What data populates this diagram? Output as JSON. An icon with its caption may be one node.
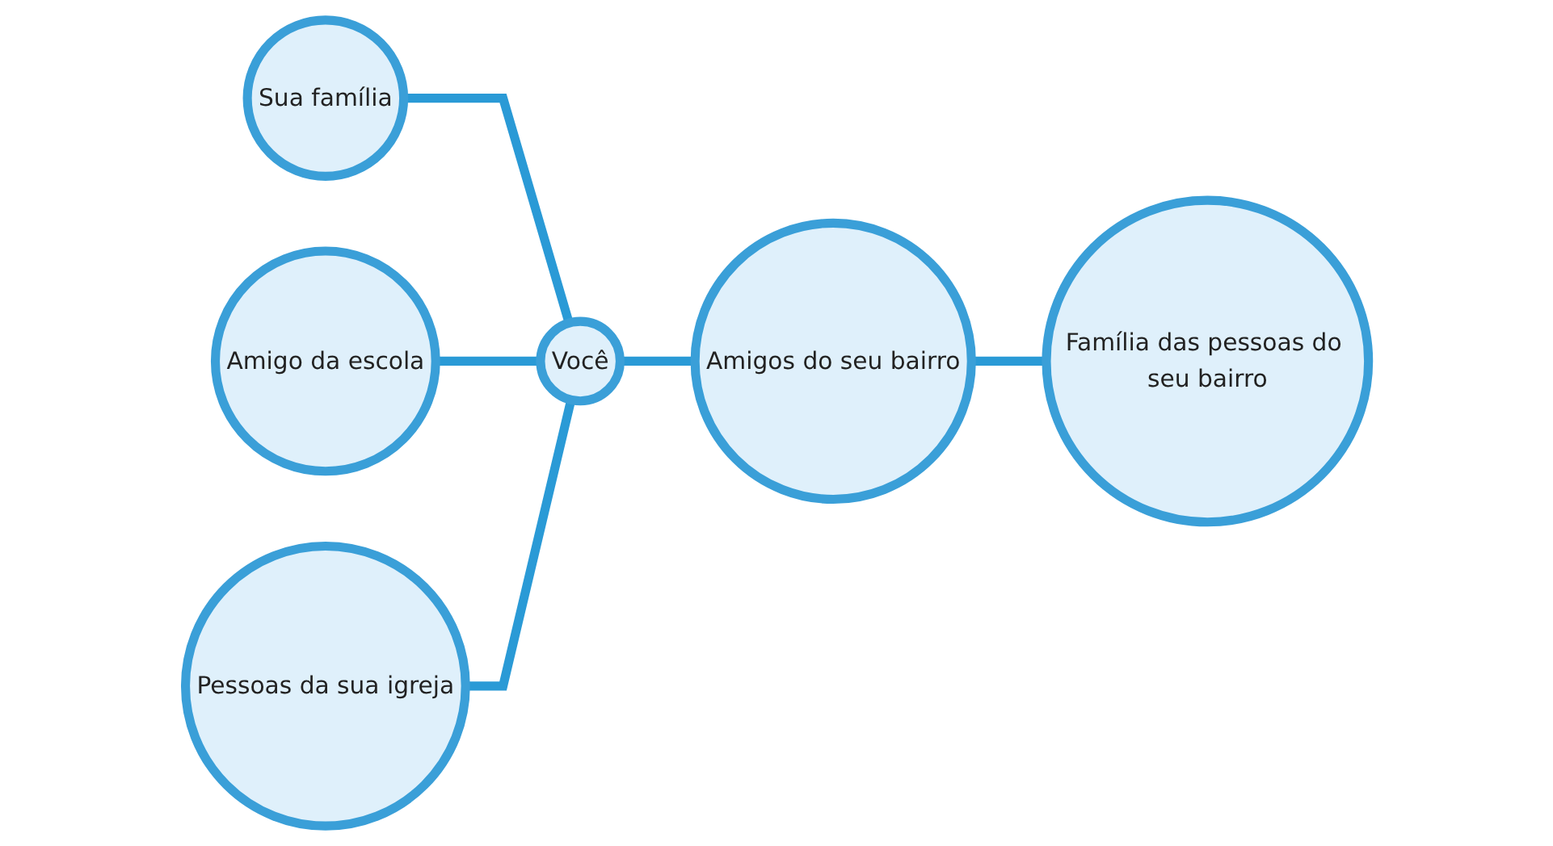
{
  "diagram": {
    "nodes": [
      {
        "text": [
          "Sua família"
        ]
      },
      {
        "text": [
          "Amigo da escola"
        ]
      },
      {
        "text": [
          "Você"
        ]
      },
      {
        "text": [
          "Amigos do seu bairro"
        ]
      },
      {
        "text": [
          "Família das pessoas do seu bairro"
        ]
      },
      {
        "text": [
          "Pessoas da sua igreja"
        ]
      }
    ],
    "edges": [
      {
        "from": 0,
        "to": 2,
        "arrow": "none"
      },
      {
        "from": 1,
        "to": 2,
        "arrow": "none"
      },
      {
        "from": 5,
        "to": 2,
        "arrow": "none"
      },
      {
        "from": 2,
        "to": 3,
        "arrow": "none"
      },
      {
        "from": 3,
        "to": 4,
        "arrow": "none"
      }
    ]
  }
}
